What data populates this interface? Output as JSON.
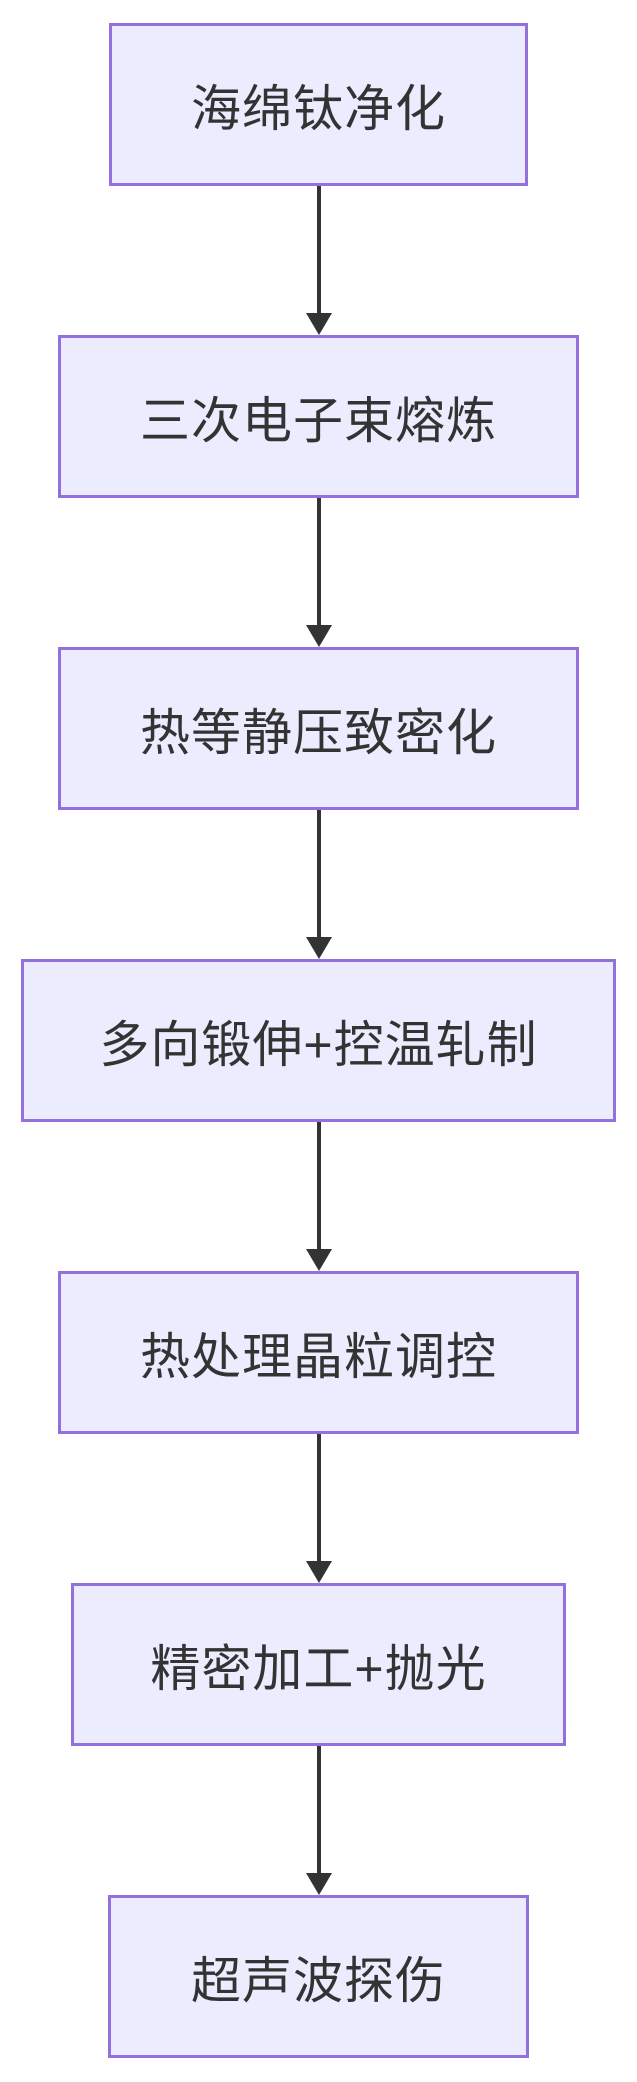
{
  "flowchart": {
    "type": "flowchart",
    "direction": "top-down",
    "background_color": "#FFFFFF",
    "node_fill_color": "#ECECFF",
    "node_border_color": "#9370DB",
    "text_color": "#333333",
    "arrow_color": "#333333",
    "nodes": [
      {
        "label": "海绵钛净化"
      },
      {
        "label": "三次电子束熔炼"
      },
      {
        "label": "热等静压致密化"
      },
      {
        "label": "多向锻伸+控温轧制"
      },
      {
        "label": "热处理晶粒调控"
      },
      {
        "label": "精密加工+抛光"
      },
      {
        "label": "超声波探伤"
      }
    ],
    "edges": [
      {
        "from": "海绵钛净化",
        "to": "三次电子束熔炼"
      },
      {
        "from": "三次电子束熔炼",
        "to": "热等静压致密化"
      },
      {
        "from": "热等静压致密化",
        "to": "多向锻伸+控温轧制"
      },
      {
        "from": "多向锻伸+控温轧制",
        "to": "热处理晶粒调控"
      },
      {
        "from": "热处理晶粒调控",
        "to": "精密加工+抛光"
      },
      {
        "from": "精密加工+抛光",
        "to": "超声波探伤"
      }
    ]
  }
}
